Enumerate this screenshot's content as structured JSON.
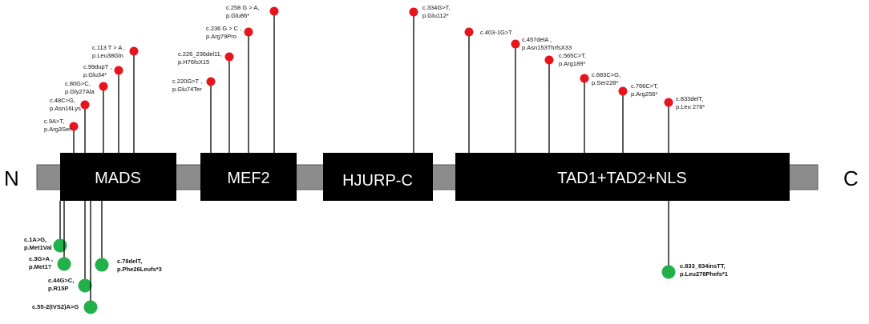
{
  "protein": {
    "n_terminus": "N",
    "c_terminus": "C",
    "domains": [
      {
        "label": "MADS"
      },
      {
        "label": "MEF2"
      },
      {
        "label": "HJURP-C"
      },
      {
        "label": "TAD1+TAD2+NLS"
      }
    ]
  },
  "colors": {
    "backbone": "#8c8c8c",
    "domain": "#000000",
    "domain_text": "#ffffff",
    "top_marker": "#e8141b",
    "bottom_marker": "#22b04b",
    "stem": "#000000"
  },
  "mutations_top": [
    {
      "line1": "c.9A>T,",
      "line2": "p.Arg3Ser"
    },
    {
      "line1": "c.48C>G,",
      "line2": "p.Asn16Lys"
    },
    {
      "line1": "c.80G>C,",
      "line2": "p.Gly27Ala"
    },
    {
      "line1": "c.99dupT ,",
      "line2": "p.Glu34*"
    },
    {
      "line1": "c.113 T > A ,",
      "line2": "p.Leu38Gln"
    },
    {
      "line1": "c.220G>T ,",
      "line2": "p.Glu74Ter"
    },
    {
      "line1": "c.226_236del11,",
      "line2": "p.H76fsX15"
    },
    {
      "line1": "c.236 G > C ,",
      "line2": "p.Arg79Pro"
    },
    {
      "line1": "c.258 G > A,",
      "line2": "p.Glu86*"
    },
    {
      "line1": "c.334G>T,",
      "line2": "p.Glu112*"
    },
    {
      "line1": "c.403-1G>T",
      "line2": ""
    },
    {
      "line1": "c.457delA ,",
      "line2": "p.Asn153ThrfsX33"
    },
    {
      "line1": "c.565C>T,",
      "line2": "p.Arg189*"
    },
    {
      "line1": "c.683C>G,",
      "line2": "p.Ser228*"
    },
    {
      "line1": "c.766C>T,",
      "line2": "p.Arg256*"
    },
    {
      "line1": "c.833delT,",
      "line2": "p.Leu 278*"
    }
  ],
  "mutations_bottom": [
    {
      "line1": "c.1A>G,",
      "line2": "p.Met1Val"
    },
    {
      "line1": "c.3G>A ,",
      "line2": "p.Met1?"
    },
    {
      "line1": "c.44G>C,",
      "line2": "p.R15P"
    },
    {
      "line1": "c.55-2(IVS2)A>G",
      "line2": ""
    },
    {
      "line1": "c.78delT,",
      "line2": "p.Phe26Leufs*3"
    },
    {
      "line1": "c.833_834insTT,",
      "line2": "p.Leu278Phefs*1"
    }
  ]
}
